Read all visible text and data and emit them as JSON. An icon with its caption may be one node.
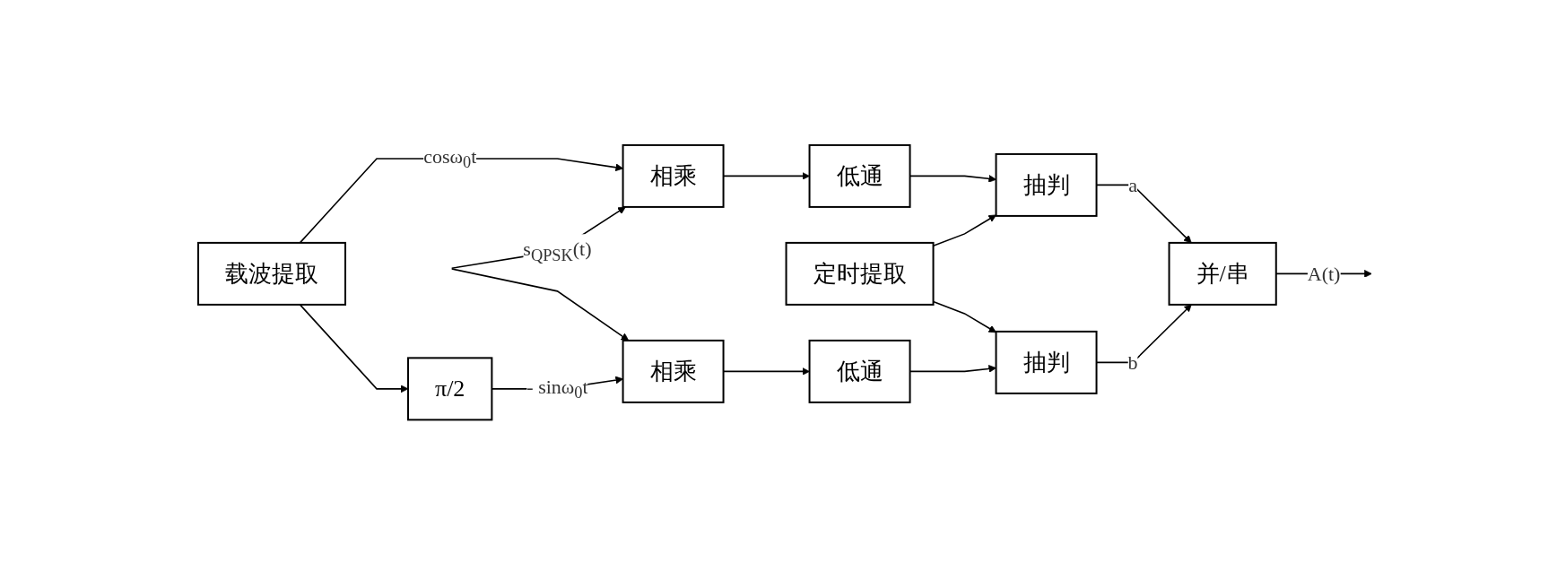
{
  "diagram": {
    "nodes": [
      {
        "text": [
          "相乘"
        ]
      },
      {
        "text": [
          "低通"
        ]
      },
      {
        "text": [
          "抽判"
        ]
      },
      {
        "text": [
          "载波提取"
        ]
      },
      {
        "text": [
          "π/2"
        ]
      },
      {
        "text": [
          "定时提取"
        ]
      },
      {
        "text": [
          "并/串"
        ]
      },
      {
        "text": [
          "相乘"
        ]
      },
      {
        "text": [
          "低通"
        ]
      },
      {
        "text": [
          "抽判"
        ]
      }
    ],
    "edges": [
      {
        "from": null,
        "to": 0,
        "arrow": "to",
        "label": "s$_{QPSK}$(t)"
      },
      {
        "from": null,
        "to": 7,
        "arrow": "to"
      },
      {
        "from": 0,
        "to": 1,
        "arrow": "to"
      },
      {
        "from": 1,
        "to": 2,
        "arrow": "to"
      },
      {
        "from": 3,
        "to": 0,
        "arrow": "to",
        "label": "cosω$_{0}$t"
      },
      {
        "from": 3,
        "to": 4,
        "arrow": "to"
      },
      {
        "from": 4,
        "to": 7,
        "arrow": "to",
        "label": "- sinω$_{0}$t"
      },
      {
        "from": 7,
        "to": 8,
        "arrow": "to"
      },
      {
        "from": 8,
        "to": 9,
        "arrow": "to"
      },
      {
        "from": 5,
        "to": 2,
        "arrow": "to"
      },
      {
        "from": 5,
        "to": 9,
        "arrow": "to"
      },
      {
        "from": 2,
        "to": 6,
        "arrow": "to",
        "label": "a"
      },
      {
        "from": 9,
        "to": 6,
        "arrow": "to",
        "label": "b"
      },
      {
        "from": 6,
        "to": null,
        "arrow": "to",
        "label": "A(t)"
      }
    ]
  }
}
